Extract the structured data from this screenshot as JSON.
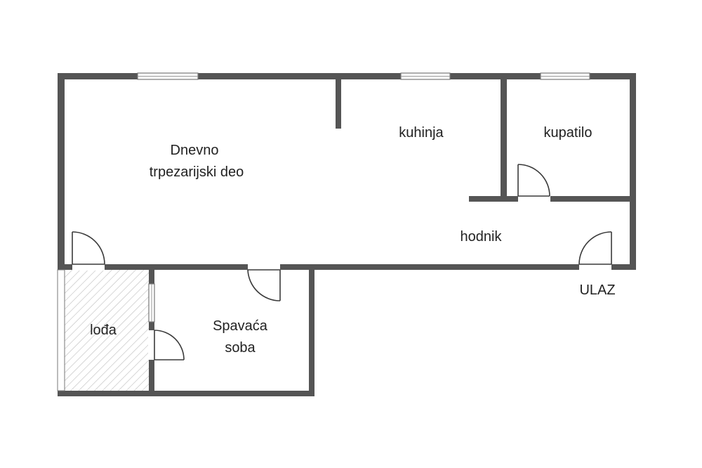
{
  "rooms": {
    "living": {
      "line1": "Dnevno",
      "line2": "trpezarijski deo"
    },
    "kitchen": "kuhinja",
    "bathroom": "kupatilo",
    "hallway": "hodnik",
    "entrance": "ULAZ",
    "loggia": "lođa",
    "bedroom": {
      "line1": "Spavaća",
      "line2": "soba"
    }
  },
  "colors": {
    "wall": "#555555",
    "hatch": "#bdbdbd",
    "text": "#222222",
    "background": "#ffffff"
  }
}
